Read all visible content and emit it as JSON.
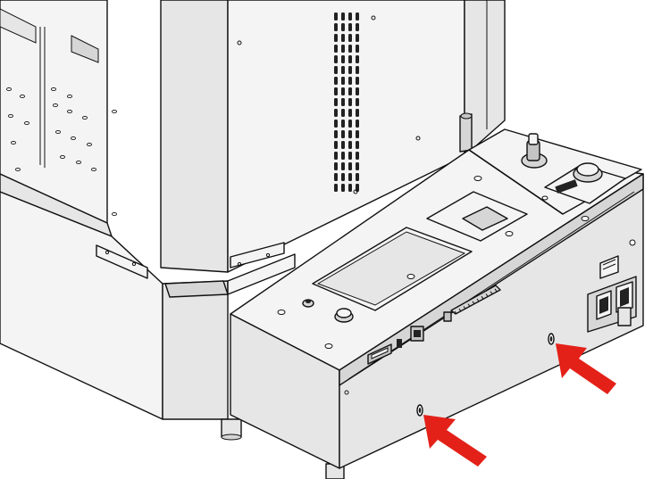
{
  "figure": {
    "description_visible_text": "",
    "colors": {
      "line": "#111111",
      "panel_light": "#f4f4f4",
      "panel_mid": "#e6e6e6",
      "panel_dark": "#c4c4c4",
      "arrow": "#e32119"
    },
    "callouts": [
      {
        "name": "arrow-left-screw",
        "points_to": "front-panel-screw-left"
      },
      {
        "name": "arrow-right-screw",
        "points_to": "front-panel-screw-right"
      }
    ]
  }
}
